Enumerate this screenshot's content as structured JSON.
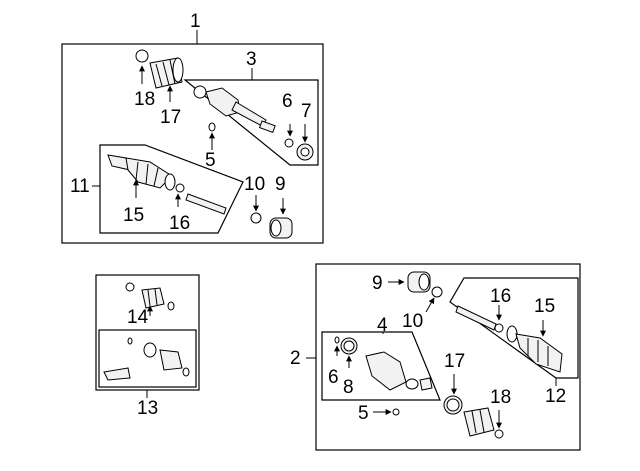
{
  "callouts": {
    "c1": "1",
    "c3": "3",
    "c18a": "18",
    "c17a": "17",
    "c6a": "6",
    "c7": "7",
    "c5a": "5",
    "c11": "11",
    "c15a": "15",
    "c16a": "16",
    "c10a": "10",
    "c9a": "9",
    "c14": "14",
    "c13": "13",
    "c2": "2",
    "c9b": "9",
    "c10b": "10",
    "c16b": "16",
    "c15b": "15",
    "c4": "4",
    "c6b": "6",
    "c8": "8",
    "c5b": "5",
    "c17b": "17",
    "c18b": "18",
    "c12": "12"
  },
  "colors": {
    "line": "#000000",
    "part_fill": "#f2f2f2",
    "background": "#ffffff"
  }
}
